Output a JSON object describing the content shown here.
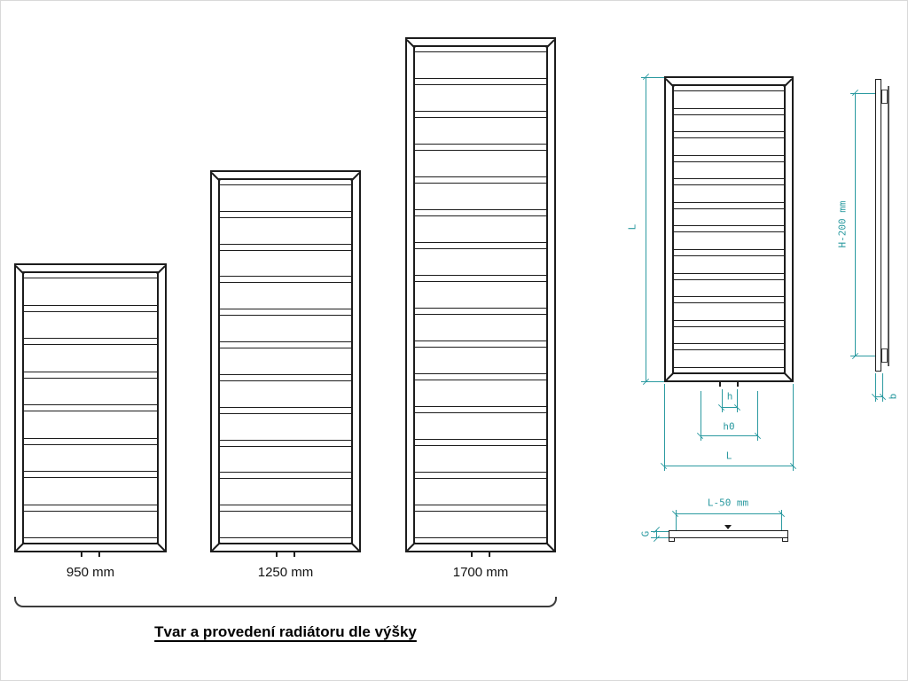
{
  "title": "Tvar a provedení radiátoru dle výšky",
  "colors": {
    "line": "#1c1c1c",
    "dimension": "#2b9aa0"
  },
  "front_radiators": [
    {
      "label": "950 mm",
      "panels": 8
    },
    {
      "label": "1250 mm",
      "panels": 11
    },
    {
      "label": "1700 mm",
      "panels": 15
    }
  ],
  "dimension_views": {
    "front": {
      "panels": 12,
      "height_label": "L",
      "conn_offset_label": "h",
      "conn_spacing_label": "h0",
      "width_label": "L"
    },
    "side": {
      "height_label": "H-200 mm",
      "depth_label": "b"
    },
    "top": {
      "width_label": "L-50 mm",
      "depth_label": "G"
    }
  }
}
